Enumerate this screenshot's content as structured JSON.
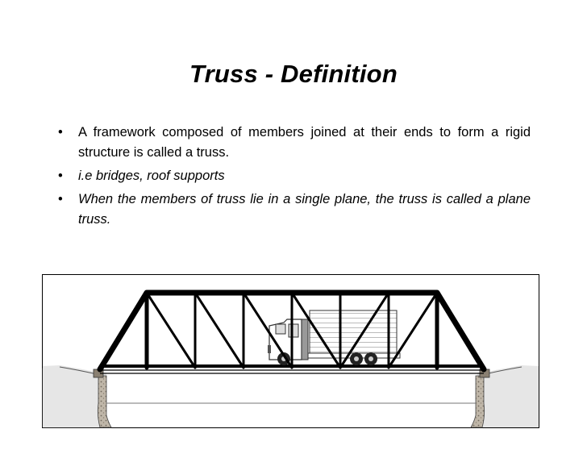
{
  "slide": {
    "title": "Truss - Definition",
    "bullets": [
      {
        "text": "A framework composed of members joined at their ends to form a rigid structure is called a truss.",
        "italic": false
      },
      {
        "text": "i.e bridges, roof supports",
        "italic": true
      },
      {
        "text": "When the members of truss lie in a single plane, the truss is called a plane truss.",
        "italic": true
      }
    ]
  },
  "figure": {
    "icon": "truss-bridge-with-truck-illustration"
  }
}
